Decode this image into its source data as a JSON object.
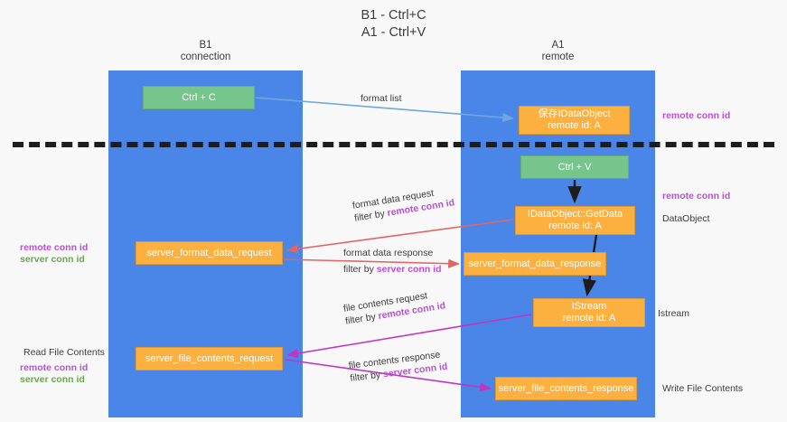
{
  "title": {
    "line1": "B1 - Ctrl+C",
    "line2": "A1 - Ctrl+V"
  },
  "columns": [
    {
      "id": "b1",
      "title": "B1",
      "subtitle": "connection",
      "color": "#4a86e8"
    },
    {
      "id": "a1",
      "title": "A1",
      "subtitle": "remote",
      "color": "#4a86e8"
    }
  ],
  "colors": {
    "column_blue": "#4a86e8",
    "node_green": "#76c58c",
    "node_orange": "#fcb040",
    "remote_conn_id": "#b94fd6",
    "server_conn_id": "#6aa84f",
    "arrow_format_list": "#6fa8dc",
    "arrow_format_data": "#e06666",
    "arrow_file_contents": "#c334c3",
    "arrow_internal": "#1d1d1d",
    "divider": "#1d1d1d",
    "page_background": "#f8f8f8"
  },
  "divider": {
    "style": "dashed",
    "label": ""
  },
  "nodes": [
    {
      "id": "ctrl-c",
      "column": "b1",
      "kind": "green",
      "line1": "Ctrl + C",
      "line2": ""
    },
    {
      "id": "idataobject",
      "column": "a1",
      "kind": "orange",
      "line1": "保存IDataObject",
      "line2": "remote id: A"
    },
    {
      "id": "ctrl-v",
      "column": "a1",
      "kind": "green",
      "line1": "Ctrl + V",
      "line2": ""
    },
    {
      "id": "idataobject-getdata",
      "column": "a1",
      "kind": "orange",
      "line1": "IDataObject::GetData",
      "line2": "remote id: A"
    },
    {
      "id": "server-format-data-request",
      "column": "b1",
      "kind": "orange",
      "line1": "server_format_data_request",
      "line2": ""
    },
    {
      "id": "server-format-data-response",
      "column": "a1",
      "kind": "orange",
      "line1": "server_format_data_response",
      "line2": ""
    },
    {
      "id": "istream",
      "column": "a1",
      "kind": "orange",
      "line1": "IStream",
      "line2": "remote id: A"
    },
    {
      "id": "server-file-contents-request",
      "column": "b1",
      "kind": "orange",
      "line1": "server_file_contents_request",
      "line2": ""
    },
    {
      "id": "server-file-contents-response",
      "column": "a1",
      "kind": "orange",
      "line1": "server_file_contents_response",
      "line2": ""
    }
  ],
  "edges": [
    {
      "id": "format-list",
      "text": "format list",
      "filter_prefix": "",
      "filter_key": "",
      "color": "#6fa8dc",
      "direction": "right"
    },
    {
      "id": "format-data-request",
      "text": "format data request",
      "filter_prefix": "filter by",
      "filter_key": "remote conn id",
      "color": "#e06666",
      "direction": "left"
    },
    {
      "id": "format-data-response",
      "text": "format data response",
      "filter_prefix": "filter by",
      "filter_key": "server conn id",
      "color": "#e06666",
      "direction": "right"
    },
    {
      "id": "file-contents-request",
      "text": "file contents request",
      "filter_prefix": "filter by",
      "filter_key": "remote conn id",
      "color": "#c334c3",
      "direction": "left"
    },
    {
      "id": "file-contents-response",
      "text": "file contents response",
      "filter_prefix": "filter by",
      "filter_key": "server conn id",
      "color": "#c334c3",
      "direction": "right"
    }
  ],
  "annotations": {
    "right": [
      {
        "id": "remote-conn-id-top",
        "text": "remote conn id",
        "style": "purple"
      },
      {
        "id": "remote-conn-id-mid",
        "text": "remote conn id",
        "style": "purple"
      },
      {
        "id": "dataobject",
        "text": "DataObject",
        "style": "plain"
      },
      {
        "id": "istream",
        "text": "Istream",
        "style": "plain"
      },
      {
        "id": "write-file-contents",
        "text": "Write File Contents",
        "style": "plain"
      }
    ],
    "left": [
      {
        "id": "remote-conn-id-1",
        "text": "remote conn id",
        "style": "purple"
      },
      {
        "id": "server-conn-id-1",
        "text": "server conn id",
        "style": "green"
      },
      {
        "id": "read-file-contents",
        "text": "Read File Contents",
        "style": "plain"
      },
      {
        "id": "remote-conn-id-2",
        "text": "remote conn id",
        "style": "purple"
      },
      {
        "id": "server-conn-id-2",
        "text": "server conn id",
        "style": "green"
      }
    ]
  },
  "edge_text": {
    "format_list": "format list",
    "format_data_request": "format data request",
    "format_data_response": "format data response",
    "file_contents_request": "file contents request",
    "file_contents_response": "file contents response",
    "filter_by": "filter by",
    "remote_conn_id": "remote conn id",
    "server_conn_id": "server conn id"
  }
}
